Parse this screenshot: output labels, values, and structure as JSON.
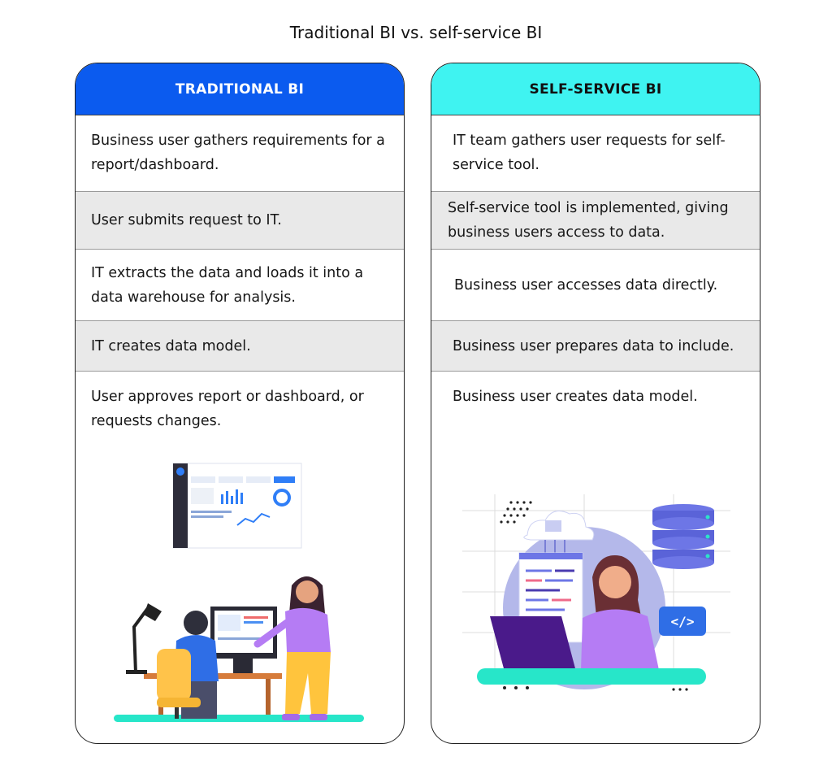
{
  "title": "Traditional BI vs. self-service BI",
  "colors": {
    "traditional_header": "#0b5bef",
    "self_service_header": "#3ff3f1",
    "row_shade": "#e9e9e9"
  },
  "traditional": {
    "header": "TRADITIONAL BI",
    "steps": [
      "Business user gathers requirements for a report/dashboard.",
      "User submits request to IT.",
      "IT extracts the data and loads it into a data warehouse for analysis.",
      "IT creates data model.",
      "User approves report or dashboard, or requests changes."
    ]
  },
  "self_service": {
    "header": "SELF-SERVICE BI",
    "steps": [
      "IT team gathers user requests for self-service tool.",
      "Self-service tool is implemented, giving business users access to data.",
      "Business user accesses data directly.",
      "Business user prepares data to include.",
      "Business user creates data model."
    ],
    "code_badge": "</>"
  }
}
